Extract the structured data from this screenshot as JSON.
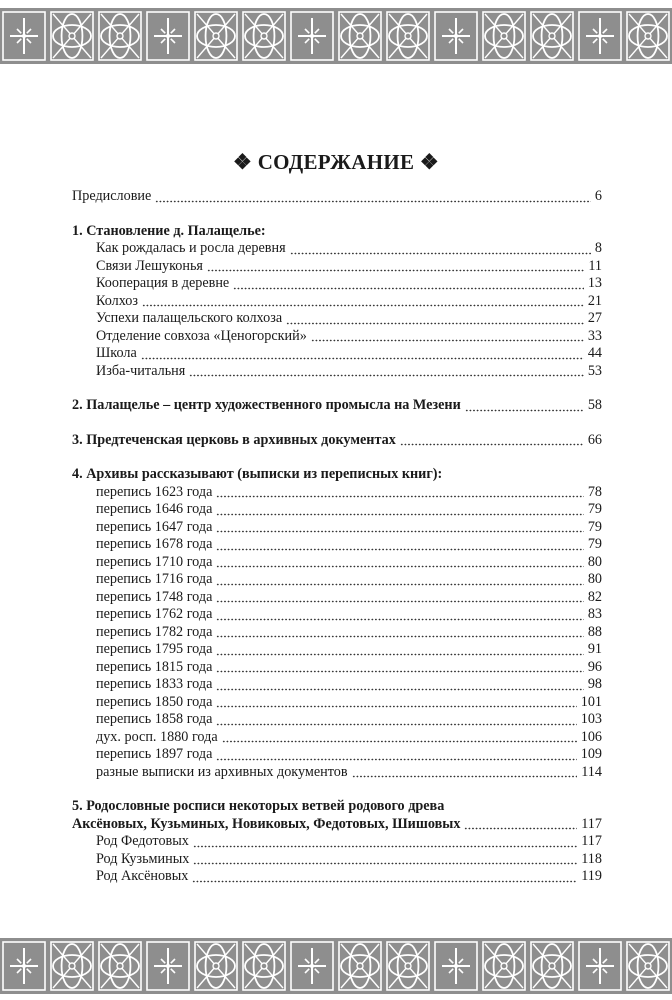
{
  "header": {
    "title": "❖ СОДЕРЖАНИЕ ❖"
  },
  "toc": {
    "preface": {
      "label": "Предисловие",
      "page": "6"
    },
    "s1": {
      "heading": "1. Становление д. Палащелье:",
      "items": [
        {
          "label": "Как рождалась и росла деревня",
          "page": "8"
        },
        {
          "label": "Связи Лешуконья",
          "page": "11"
        },
        {
          "label": "Кооперация в деревне",
          "page": "13"
        },
        {
          "label": "Колхоз",
          "page": "21"
        },
        {
          "label": "Успехи палащельского колхоза",
          "page": "27"
        },
        {
          "label": "Отделение совхоза «Ценогорский»",
          "page": "33"
        },
        {
          "label": "Школа",
          "page": "44"
        },
        {
          "label": "Изба-читальня",
          "page": "53"
        }
      ]
    },
    "s2": {
      "label": "2. Палащелье – центр художественного промысла на Мезени",
      "page": "58"
    },
    "s3": {
      "label": "3. Предтеченская церковь в архивных документах",
      "page": "66"
    },
    "s4": {
      "heading": "4. Архивы рассказывают (выписки из переписных книг):",
      "items": [
        {
          "label": "перепись 1623 года",
          "page": "78"
        },
        {
          "label": "перепись 1646 года",
          "page": "79"
        },
        {
          "label": "перепись 1647 года",
          "page": "79"
        },
        {
          "label": "перепись 1678 года",
          "page": "79"
        },
        {
          "label": "перепись 1710 года",
          "page": "80"
        },
        {
          "label": "перепись 1716 года",
          "page": "80"
        },
        {
          "label": "перепись 1748 года",
          "page": "82"
        },
        {
          "label": "перепись 1762 года",
          "page": "83"
        },
        {
          "label": "перепись 1782 года",
          "page": "88"
        },
        {
          "label": "перепись 1795 года",
          "page": "91"
        },
        {
          "label": "перепись 1815 года",
          "page": "96"
        },
        {
          "label": "перепись 1833 года",
          "page": "98"
        },
        {
          "label": "перепись 1850 года",
          "page": "101"
        },
        {
          "label": "перепись 1858 года",
          "page": "103"
        },
        {
          "label": "дух. росп. 1880 года",
          "page": "106"
        },
        {
          "label": "перепись 1897 года",
          "page": "109"
        },
        {
          "label": "разные выписки из архивных документов",
          "page": "114"
        }
      ]
    },
    "s5": {
      "heading_line1": "5. Родословные росписи некоторых ветвей родового древа",
      "heading_line2": "Аксёновых, Кузьминых, Новиковых, Федотовых, Шишовых",
      "heading_page": "117",
      "items": [
        {
          "label": "Род Федотовых",
          "page": "117"
        },
        {
          "label": "Род Кузьминых",
          "page": "118"
        },
        {
          "label": "Род Аксёновых",
          "page": "119"
        }
      ]
    }
  }
}
